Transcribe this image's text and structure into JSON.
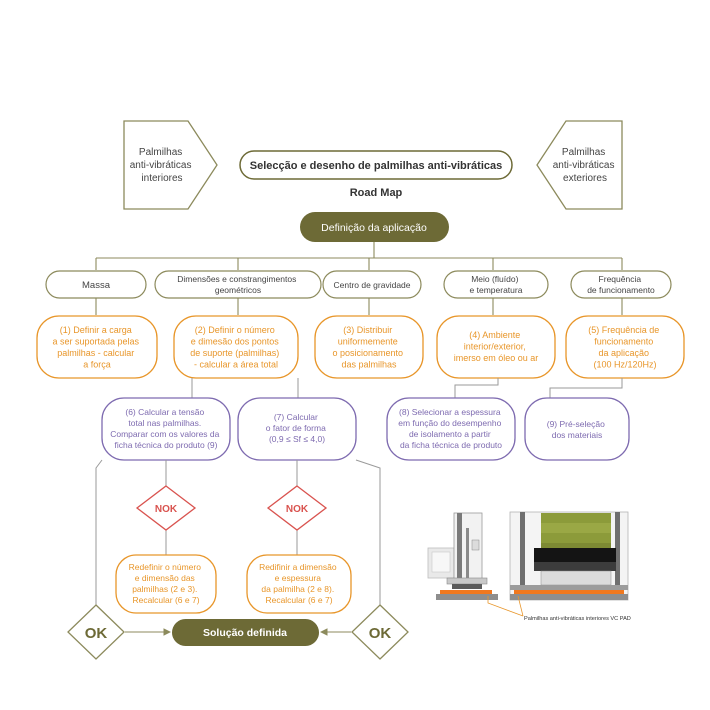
{
  "colors": {
    "olive": "#6d6a36",
    "olive_line": "#8c8a5c",
    "orange": "#e8962a",
    "purple": "#7e6bb0",
    "nok_red": "#d9534f",
    "grey_line": "#9a9a9a"
  },
  "header": {
    "left_arrow": [
      "Palmilhas",
      "anti-vibráticas",
      "interiores"
    ],
    "title": "Selecção e desenho de palmilhas anti-vibráticas",
    "subtitle": "Road Map",
    "right_arrow": [
      "Palmilhas",
      "anti-vibráticas",
      "exteriores"
    ]
  },
  "definition": "Definição da aplicação",
  "categories": [
    [
      "Massa"
    ],
    [
      "Dimensões e constrangimentos",
      "geométricos"
    ],
    [
      "Centro de gravidade"
    ],
    [
      "Meio (fluído)",
      "e temperatura"
    ],
    [
      "Frequência",
      "de funcionamento"
    ]
  ],
  "steps_orange": [
    [
      "(1) Definir a carga",
      "a ser suportada pelas",
      "palmilhas - calcular",
      "a força"
    ],
    [
      "(2) Definir o número",
      "e dimesão dos pontos",
      "de suporte (palmilhas)",
      "- calcular a área total"
    ],
    [
      "(3) Distribuir",
      "uniformemente",
      "o posicionamento",
      "das palmilhas"
    ],
    [
      "(4) Ambiente",
      "interior/exterior,",
      "imerso em óleo ou ar"
    ],
    [
      "(5) Frequência de",
      "funcionamento",
      "da aplicação",
      "(100 Hz/120Hz)"
    ]
  ],
  "steps_purple": {
    "step6": [
      "(6) Calcular a tensão",
      "total nas palmilhas.",
      "Comparar com os valores da",
      "ficha técnica do produto (9)"
    ],
    "step7": [
      "(7) Calcular",
      "o fator de forma",
      "(0,9 ≤ Sf ≤ 4,0)"
    ],
    "step8": [
      "(8) Selecionar a espessura",
      "em função do desempenho",
      "de isolamento a partir",
      "da ficha técnica de produto"
    ],
    "step9": [
      "(9) Pré-seleção",
      "dos materiais"
    ]
  },
  "nok_label": "NOK",
  "redefine_left": [
    "Redefinir o número",
    "e dimensão das",
    "palmilhas (2 e 3).",
    "Recalcular (6 e 7)"
  ],
  "redefine_right": [
    "Redifinir a dimensão",
    "e espessura",
    "da palmilha (2 e 8).",
    "Recalcular (6 e 7)"
  ],
  "ok_label": "OK",
  "solution": "Solução definida",
  "photo_caption": "Palmilhas anti-vibráticas interiores VC PAD"
}
